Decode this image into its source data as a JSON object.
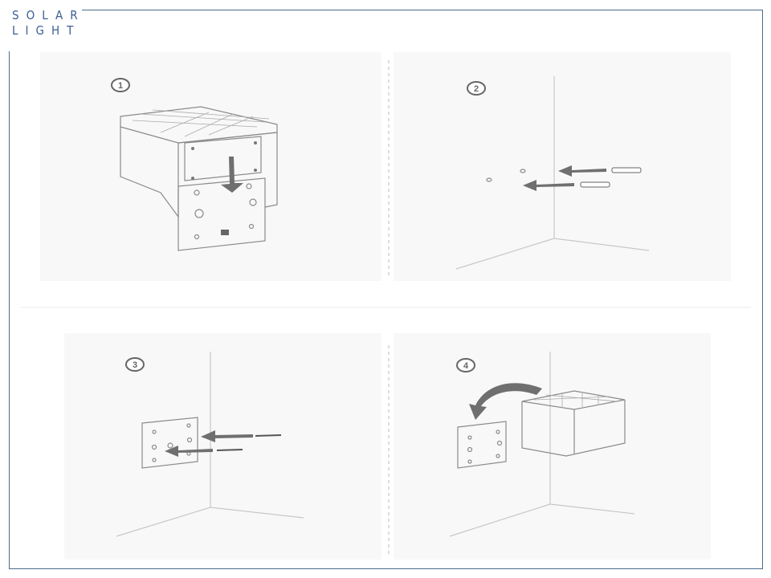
{
  "logo": {
    "line1": "SOLAR",
    "line2": "LIGHT"
  },
  "steps": [
    {
      "number": "1"
    },
    {
      "number": "2"
    },
    {
      "number": "3"
    },
    {
      "number": "4"
    }
  ],
  "colors": {
    "frame": "#4a6a8a",
    "brand": "#3d5f93"
  }
}
